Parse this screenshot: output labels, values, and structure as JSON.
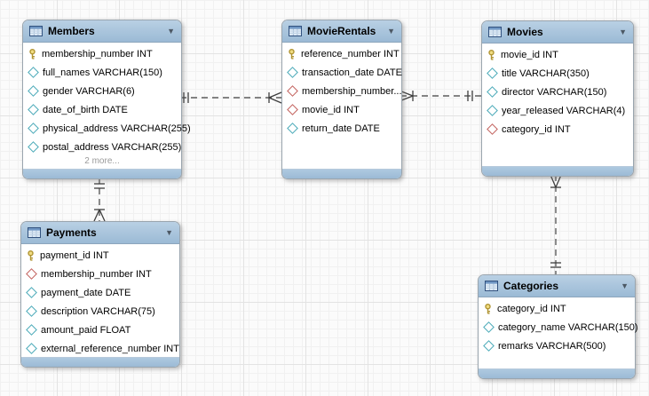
{
  "diagram": {
    "tool": "EER diagram canvas",
    "colors": {
      "table_header_blue": "#a9c4dc",
      "table_body": "#ffffff",
      "primary_key_icon": "#e0c23f",
      "column_icon": "#49a9b8",
      "fk_column_icon": "#c2605c",
      "relationship_line": "#5c5c5c",
      "grid_minor": "#f1f1f1",
      "grid_major": "#e3e3e3"
    }
  },
  "tables": {
    "members": {
      "title": "Members",
      "fields": [
        {
          "icon": "primary-key-icon",
          "text": "membership_number INT"
        },
        {
          "icon": "column-icon",
          "text": "full_names VARCHAR(150)"
        },
        {
          "icon": "column-icon",
          "text": "gender VARCHAR(6)"
        },
        {
          "icon": "column-icon",
          "text": "date_of_birth DATE"
        },
        {
          "icon": "column-icon",
          "text": "physical_address VARCHAR(255)"
        },
        {
          "icon": "column-icon",
          "text": "postal_address VARCHAR(255)"
        }
      ],
      "more_label": "2 more..."
    },
    "movie_rentals": {
      "title": "MovieRentals",
      "fields": [
        {
          "icon": "primary-key-icon",
          "text": "reference_number INT"
        },
        {
          "icon": "column-icon",
          "text": "transaction_date DATE"
        },
        {
          "icon": "fk-column-icon",
          "text": "membership_number..."
        },
        {
          "icon": "fk-column-icon",
          "text": "movie_id INT"
        },
        {
          "icon": "column-icon",
          "text": "return_date DATE"
        }
      ]
    },
    "movies": {
      "title": "Movies",
      "fields": [
        {
          "icon": "primary-key-icon",
          "text": "movie_id INT"
        },
        {
          "icon": "column-icon",
          "text": "title VARCHAR(350)"
        },
        {
          "icon": "column-icon",
          "text": "director VARCHAR(150)"
        },
        {
          "icon": "column-icon",
          "text": "year_released VARCHAR(4)"
        },
        {
          "icon": "fk-column-icon",
          "text": "category_id INT"
        }
      ]
    },
    "payments": {
      "title": "Payments",
      "fields": [
        {
          "icon": "primary-key-icon",
          "text": "payment_id INT"
        },
        {
          "icon": "fk-column-icon",
          "text": "membership_number INT"
        },
        {
          "icon": "column-icon",
          "text": "payment_date DATE"
        },
        {
          "icon": "column-icon",
          "text": "description VARCHAR(75)"
        },
        {
          "icon": "column-icon",
          "text": "amount_paid FLOAT"
        },
        {
          "icon": "column-icon",
          "text": "external_reference_number INT"
        }
      ]
    },
    "categories": {
      "title": "Categories",
      "fields": [
        {
          "icon": "primary-key-icon",
          "text": "category_id INT"
        },
        {
          "icon": "column-icon",
          "text": "category_name VARCHAR(150)"
        },
        {
          "icon": "column-icon",
          "text": "remarks VARCHAR(500)"
        }
      ]
    }
  },
  "relationships": [
    {
      "from": "Members",
      "to": "MovieRentals",
      "from_cardinality": "one",
      "to_cardinality": "many",
      "line_style": "dashed"
    },
    {
      "from": "Movies",
      "to": "MovieRentals",
      "from_cardinality": "one",
      "to_cardinality": "many",
      "line_style": "dashed"
    },
    {
      "from": "Members",
      "to": "Payments",
      "from_cardinality": "one",
      "to_cardinality": "many",
      "line_style": "dashed"
    },
    {
      "from": "Categories",
      "to": "Movies",
      "from_cardinality": "one",
      "to_cardinality": "many",
      "line_style": "dashed"
    }
  ]
}
